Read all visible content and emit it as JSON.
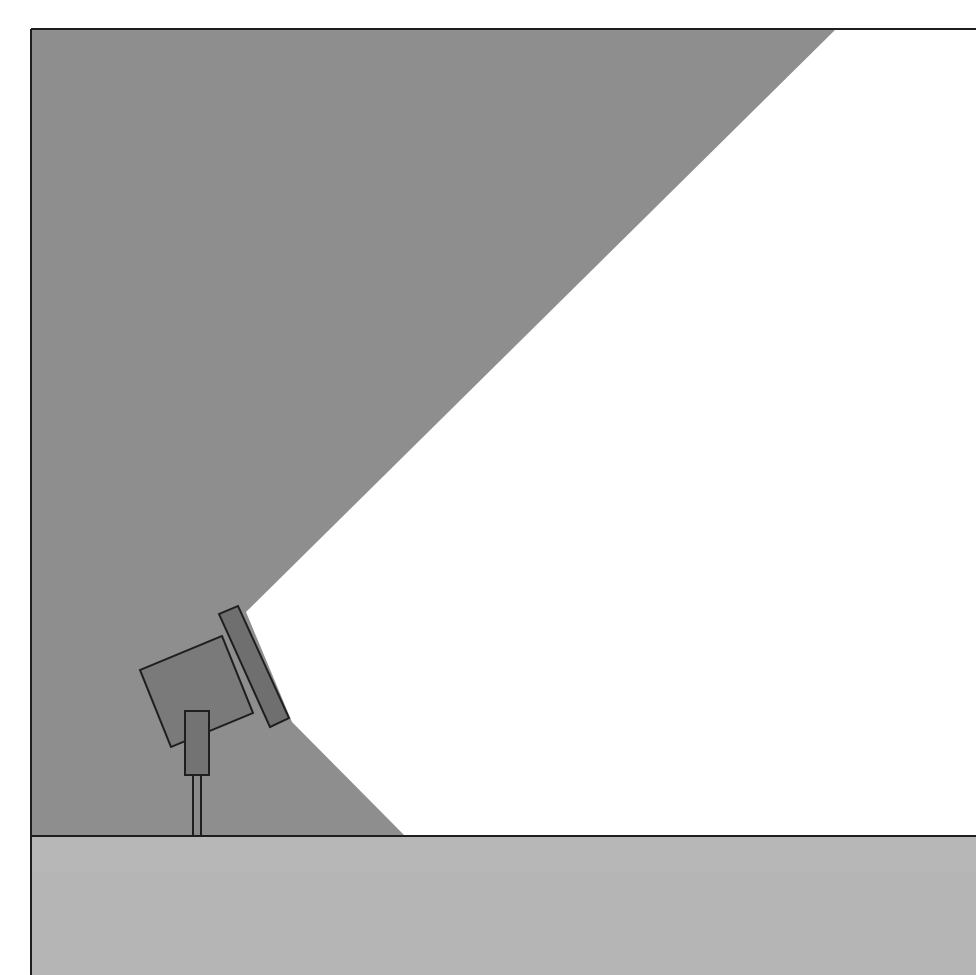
{
  "diagram": {
    "elements": [
      "wall",
      "light-beam",
      "spotlight",
      "ground"
    ]
  },
  "colors": {
    "page_background": "#ffffff",
    "wall_shadow": "#8e8e8e",
    "light_beam": "#ffffff",
    "ground": "#b5b5b5",
    "spotlight_body": "#7a7a7a",
    "spotlight_lens": "#6f6f6f",
    "spotlight_mount": "#737373",
    "outline": "#1e1e1e"
  }
}
